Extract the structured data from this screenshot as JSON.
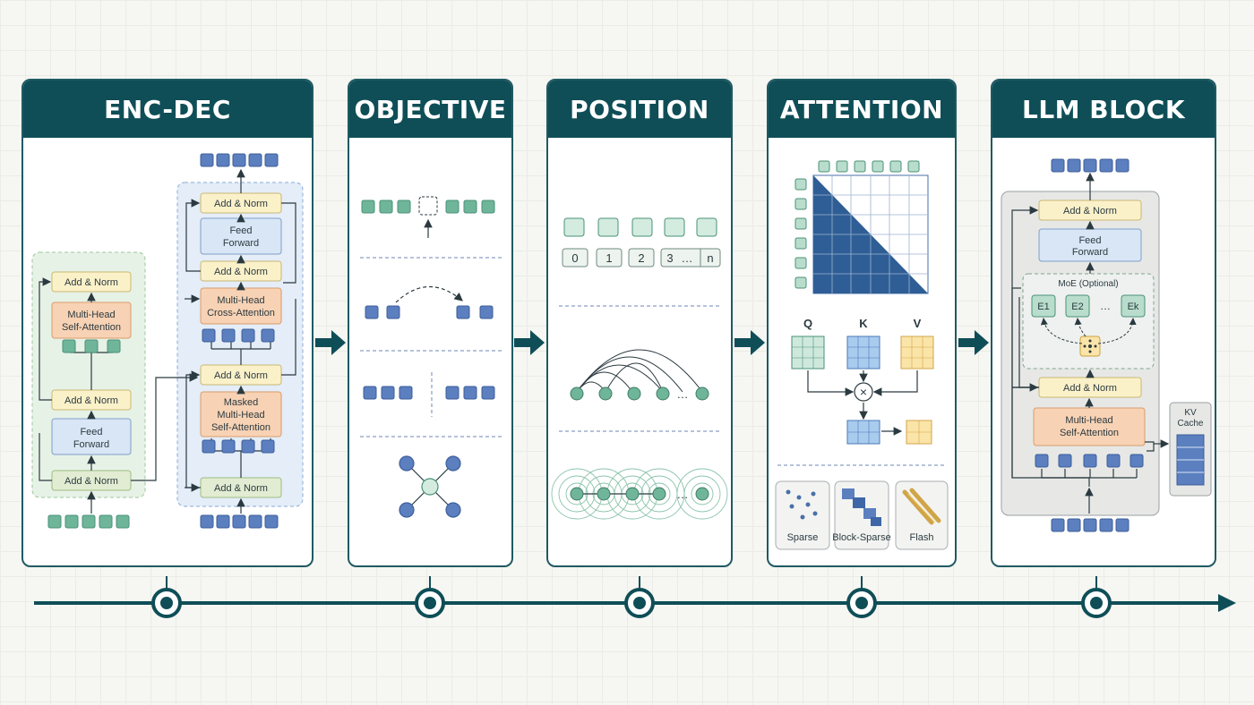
{
  "panels": {
    "enc_dec": {
      "title": "ENC-DEC",
      "encoder": {
        "add_norm_top": "Add & Norm",
        "attention": [
          "Multi-Head",
          "Self-Attention"
        ],
        "add_norm_mid": "Add & Norm",
        "feed_forward": [
          "Feed",
          "Forward"
        ],
        "add_norm_bottom": "Add & Norm"
      },
      "decoder": {
        "add_norm_top": "Add & Norm",
        "feed_forward": [
          "Feed",
          "Forward"
        ],
        "add_norm_2": "Add & Norm",
        "cross_attention": [
          "Multi-Head",
          "Cross-Attention"
        ],
        "add_norm_3": "Add & Norm",
        "masked_attention": [
          "Masked",
          "Multi-Head",
          "Self-Attention"
        ],
        "add_norm_bottom": "Add & Norm"
      }
    },
    "objective": {
      "title": "OBJECTIVE"
    },
    "position": {
      "title": "POSITION",
      "indices": [
        "0",
        "1",
        "2",
        "3",
        "…",
        "n"
      ],
      "ellipsis": "…"
    },
    "attention": {
      "title": "ATTENTION",
      "q_label": "Q",
      "k_label": "K",
      "v_label": "V",
      "multiply": "×",
      "variants": [
        "Sparse",
        "Block-Sparse",
        "Flash"
      ]
    },
    "llm_block": {
      "title": "LLM BLOCK",
      "add_norm_top": "Add & Norm",
      "feed_forward": [
        "Feed",
        "Forward"
      ],
      "moe_label": "MoE (Optional)",
      "experts": [
        "E1",
        "E2",
        "Ek"
      ],
      "ellipsis": "…",
      "add_norm_mid": "Add & Norm",
      "attention": [
        "Multi-Head",
        "Self-Attention"
      ],
      "kv_cache": [
        "KV",
        "Cache"
      ]
    }
  },
  "colors": {
    "header": "#0f4e57",
    "teal_token": "#6fb59a",
    "blue_token": "#5b7fbf",
    "add_norm": "#fbf1c9",
    "feed_forward": "#d9e6f6",
    "attention": "#f8d2b4",
    "timeline": "#0f4e57"
  }
}
